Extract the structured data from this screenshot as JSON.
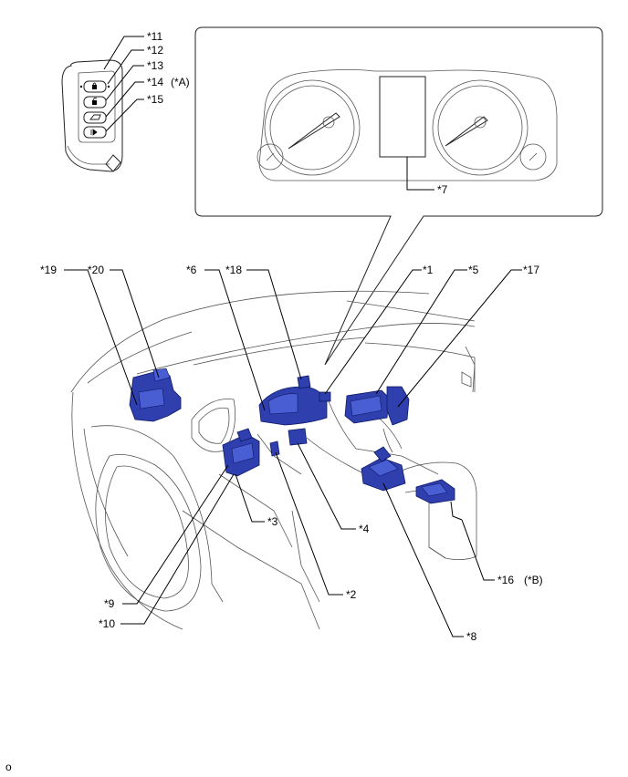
{
  "labels": {
    "l1": "*1",
    "l2": "*2",
    "l3": "*3",
    "l4": "*4",
    "l5": "*5",
    "l6": "*6",
    "l7": "*7",
    "l8": "*8",
    "l9": "*9",
    "l10": "*10",
    "l11": "*11",
    "l12": "*12",
    "l13": "*13",
    "l14": "*14",
    "l14note": "(*A)",
    "l15": "*15",
    "l16": "*16",
    "l16note": "(*B)",
    "l17": "*17",
    "l18": "*18",
    "l19": "*19",
    "l20": "*20"
  },
  "footer_code": "o"
}
